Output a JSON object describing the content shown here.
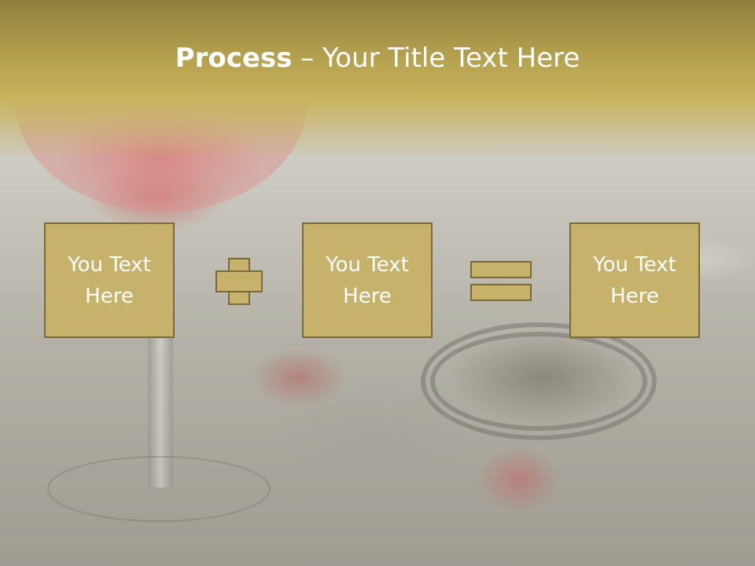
{
  "title": {
    "bold_part": "Process",
    "rest_part": " – Your Title Text Here"
  },
  "process": {
    "boxes": [
      {
        "label": "You Text Here"
      },
      {
        "label": "You Text Here"
      },
      {
        "label": "You Text Here"
      }
    ],
    "operators": [
      "plus-icon",
      "equals-icon"
    ]
  },
  "colors": {
    "title_band": "#b3a04e",
    "box_fill": "#c7b26c",
    "box_border": "#7a6a38",
    "text": "#ffffff"
  }
}
